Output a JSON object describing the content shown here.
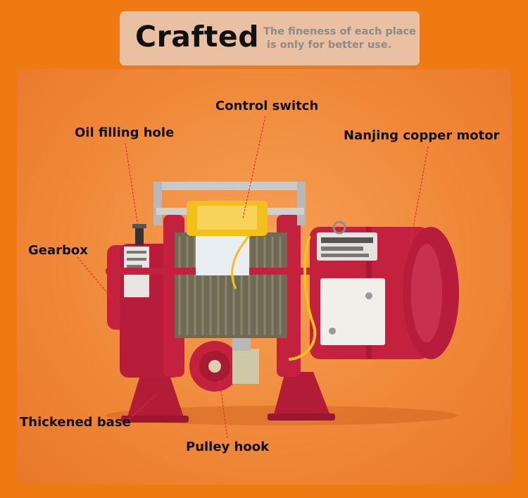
{
  "header": {
    "title": "Crafted",
    "subtitle_line1": "The fineness of each place",
    "subtitle_line2": "is only for better use."
  },
  "labels": {
    "control_switch": "Control switch",
    "oil_filling_hole": "Oil filling hole",
    "nanjing_copper_motor": "Nanjing copper motor",
    "gearbox": "Gearbox",
    "thickened_base": "Thickened base",
    "pulley_hook": "Pulley hook"
  },
  "colors": {
    "background": "#f07a12",
    "body_red": "#c4213f",
    "leader_line": "#e0302a"
  }
}
